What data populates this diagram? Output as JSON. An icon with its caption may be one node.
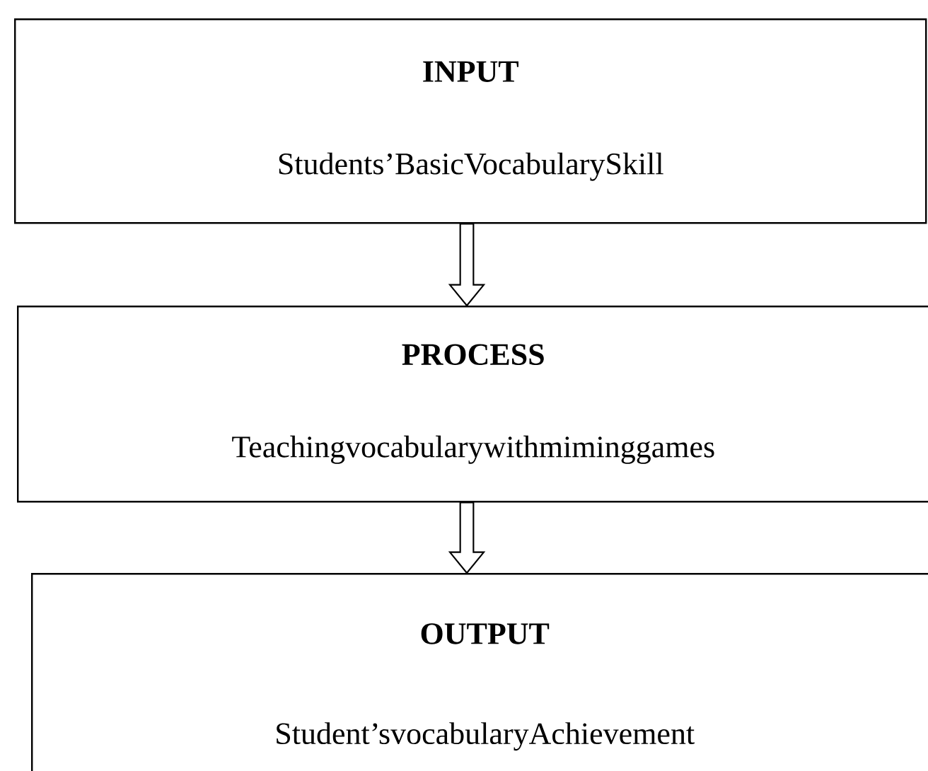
{
  "diagram": {
    "nodes": [
      {
        "text": [
          "INPUT",
          "Students’BasicVocabularySkill"
        ]
      },
      {
        "text": [
          "PROCESS",
          "Teachingvocabularywithmiminggames"
        ]
      },
      {
        "text": [
          "OUTPUT",
          "Student’svocabularyAchievement"
        ]
      }
    ],
    "edges": [
      {
        "from": 0,
        "to": 1,
        "arrow": "to"
      },
      {
        "from": 1,
        "to": 2,
        "arrow": "to"
      }
    ]
  }
}
